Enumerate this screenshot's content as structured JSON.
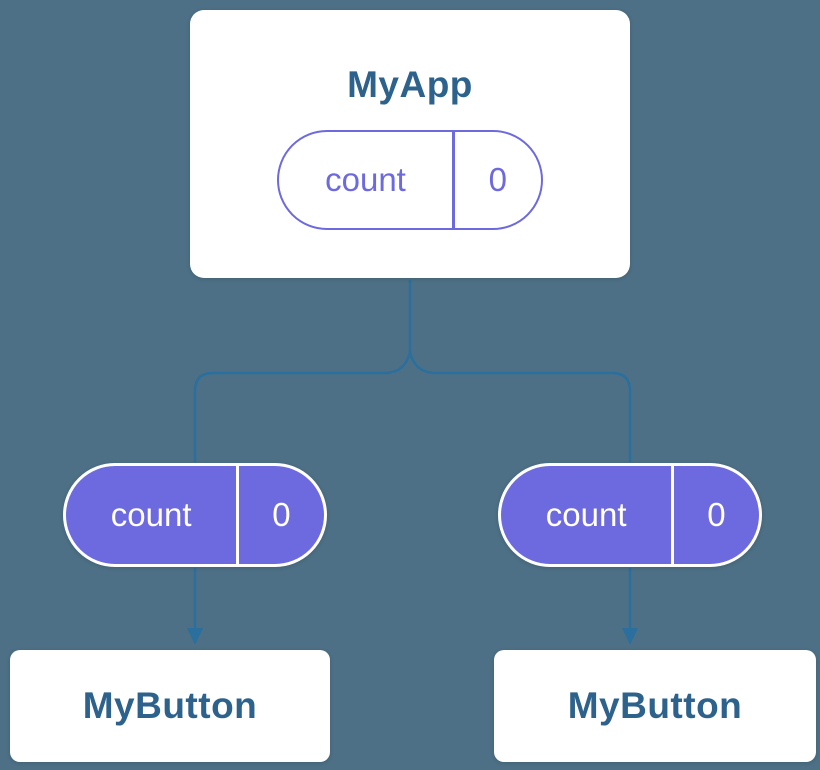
{
  "canvas": {
    "background": "#4d7086"
  },
  "colors": {
    "card_bg": "#ffffff",
    "card_text": "#2d628c",
    "accent_purple": "#6d6ae0",
    "connector": "#2a6f9e",
    "pill_text_light": "#ffffff"
  },
  "root_card": {
    "title": "MyApp",
    "state_pill": {
      "label": "count",
      "value": "0"
    }
  },
  "left_branch": {
    "prop_pill": {
      "label": "count",
      "value": "0"
    },
    "card_title": "MyButton"
  },
  "right_branch": {
    "prop_pill": {
      "label": "count",
      "value": "0"
    },
    "card_title": "MyButton"
  }
}
